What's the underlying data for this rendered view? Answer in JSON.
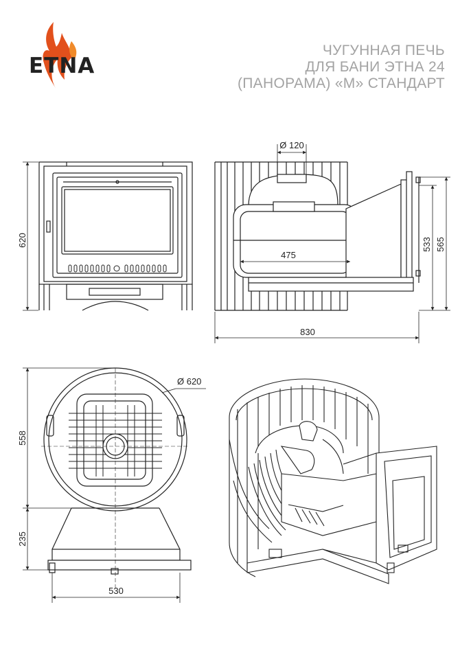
{
  "brand": {
    "name": "ETNA",
    "flame_colors": [
      "#e2501c",
      "#f08a2a"
    ]
  },
  "title": {
    "line1": "ЧУГУННАЯ ПЕЧЬ",
    "line2": "ДЛЯ БАНИ ЭТНА 24",
    "line3": "(ПАНОРАМА) «М» СТАНДАРТ"
  },
  "dimensions": {
    "front_height": "620",
    "pipe_diameter": "Ø 120",
    "firebox_width": "475",
    "height_533": "533",
    "height_565": "565",
    "total_length": "830",
    "circle_diameter": "Ø 620",
    "top_height": "558",
    "base_height": "235",
    "base_width": "530"
  },
  "colors": {
    "line": "#222222",
    "title": "#a3a3a3"
  }
}
